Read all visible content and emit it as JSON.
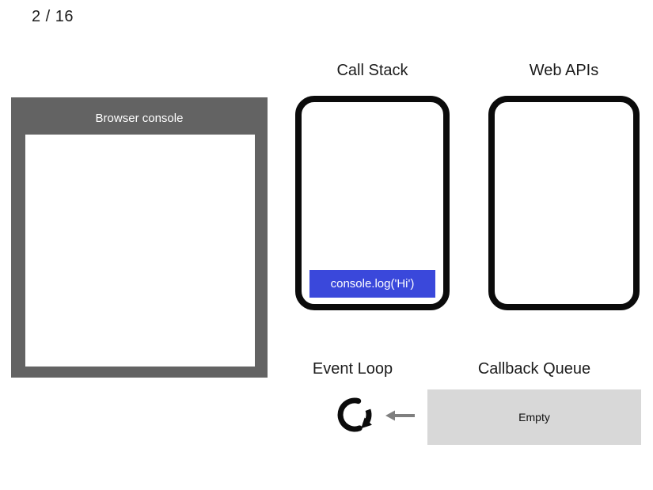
{
  "slide": {
    "counter": "2 / 16"
  },
  "browser_console": {
    "title": "Browser console",
    "output_lines": []
  },
  "call_stack": {
    "title": "Call Stack",
    "frames": [
      "console.log('Hi')"
    ]
  },
  "web_apis": {
    "title": "Web APIs",
    "items": []
  },
  "event_loop": {
    "title": "Event Loop",
    "icon": "circular-clockwise-arrow"
  },
  "callback_queue": {
    "title": "Callback Queue",
    "status": "Empty"
  },
  "flow": {
    "arrow": "left-arrow-from-queue-to-event-loop"
  },
  "colors": {
    "console_frame_gray": "#636363",
    "stack_frame_blue": "#3a48db",
    "queue_box_gray": "#d8d8d8",
    "arrow_gray": "#7f7f7f",
    "panel_border_black": "#0b0b0b"
  }
}
